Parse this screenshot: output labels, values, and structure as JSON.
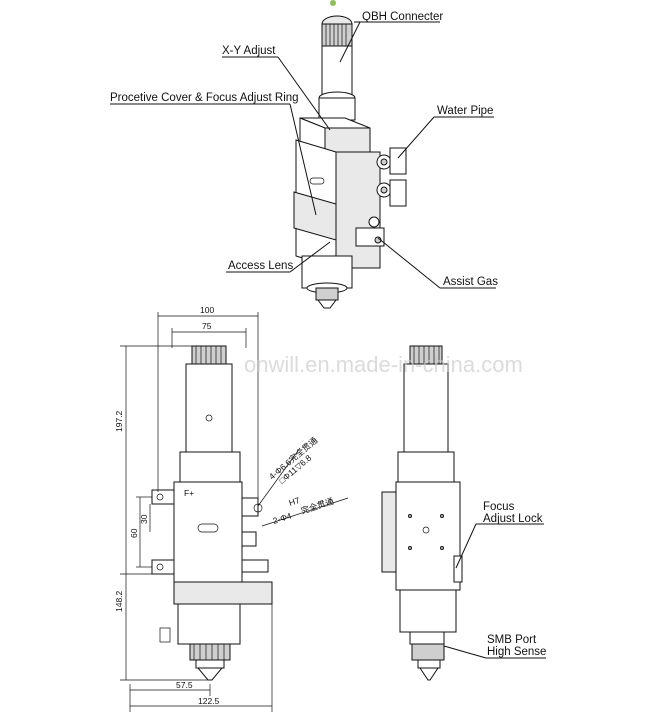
{
  "callouts": {
    "qbh": "QBH Connecter",
    "xy": "X-Y Adjust",
    "cover": "Procetive Cover & Focus Adjust Ring",
    "water": "Water Pipe",
    "access": "Access Lens",
    "assist": "Assist Gas",
    "focus_line1": "Focus",
    "focus_line2": "Adjust Lock",
    "smb_line1": "SMB Port",
    "smb_line2": "High Sense"
  },
  "dimensions": {
    "width_100": "100",
    "width_75": "75",
    "height_197": "197.2",
    "height_148": "148.2",
    "v60": "60",
    "v30": "30",
    "w57": "57.5",
    "w122": "122.5",
    "port1": "4-Φ6.6完全贯通",
    "port1b": "□Φ11▽6.8",
    "port2": "2-Φ4",
    "port2b": "H7",
    "port2c": "完全贯通"
  },
  "watermark": "onwill.en.made-in-china.com"
}
